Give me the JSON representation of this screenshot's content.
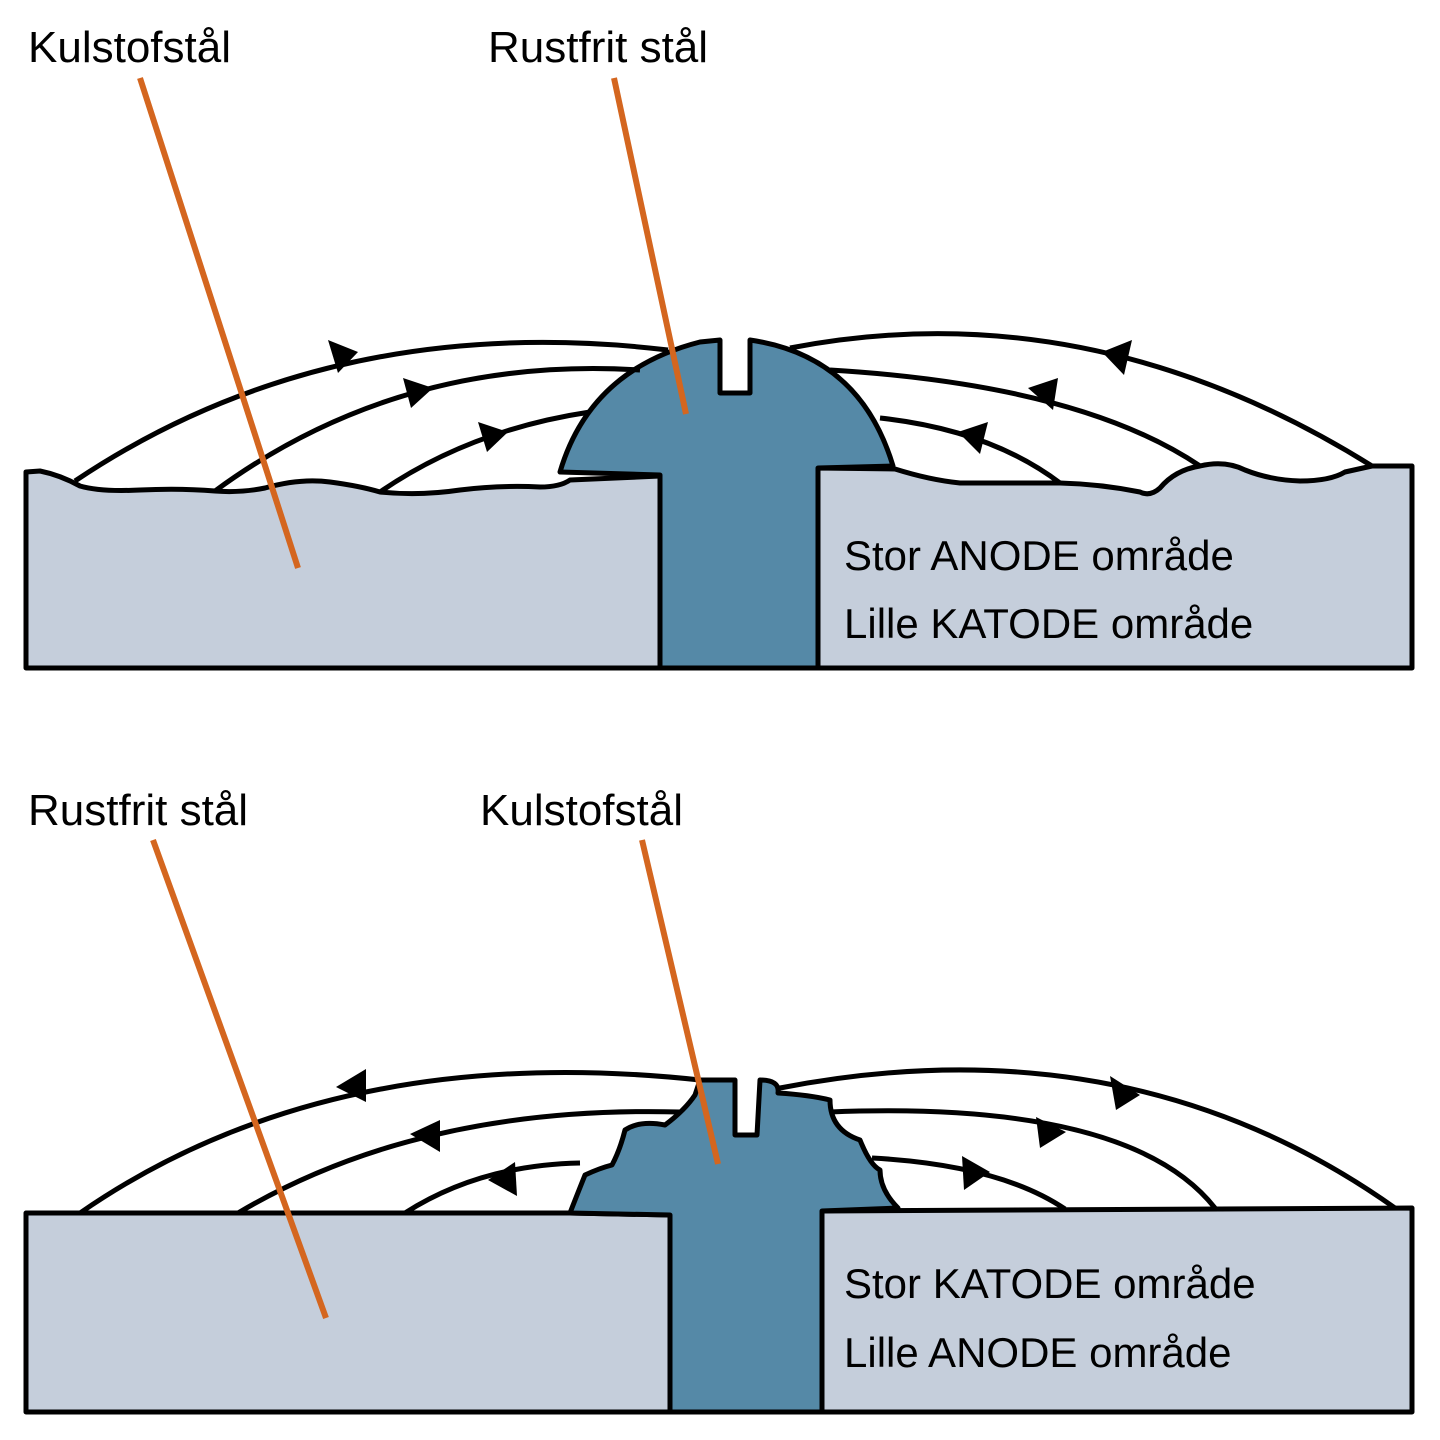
{
  "colors": {
    "plate": "#c5cedb",
    "screw": "#5589a7",
    "leader": "#d4661f",
    "outline": "#000000"
  },
  "top": {
    "label_plate": "Kulstofstål",
    "label_screw": "Rustfrit stål",
    "area_line1": "Stor ANODE område",
    "area_line2": "Lille KATODE område"
  },
  "bottom": {
    "label_plate": "Rustfrit stål",
    "label_screw": "Kulstofstål",
    "area_line1": "Stor KATODE område",
    "area_line2": "Lille ANODE område"
  }
}
